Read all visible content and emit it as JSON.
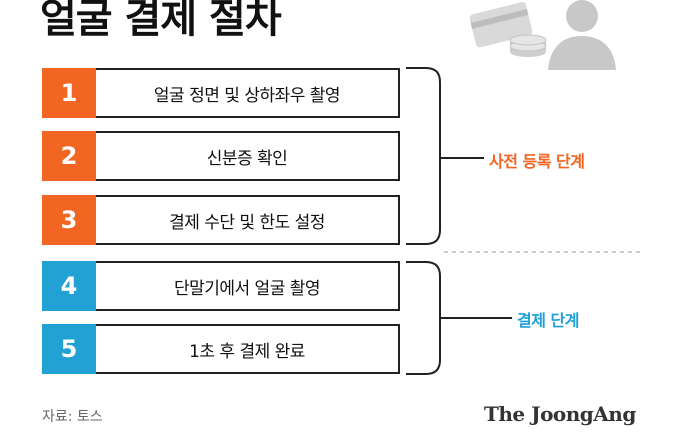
{
  "title": "얼굴 결제 절차",
  "steps": [
    {
      "number": "1",
      "label": "얼굴 정면 및 상하좌우 촬영",
      "color": "#f26522"
    },
    {
      "number": "2",
      "label": "신분증 확인",
      "color": "#f26522"
    },
    {
      "number": "3",
      "label": "결제 수단 및 한도 설정",
      "color": "#f26522"
    },
    {
      "number": "4",
      "label": "단말기에서 얼굴 촬영",
      "color": "#21a1d4"
    },
    {
      "number": "5",
      "label": "1초 후 결제 완료",
      "color": "#21a1d4"
    }
  ],
  "stages": {
    "registration": "사전 등록 단계",
    "payment": "결제 단계"
  },
  "source": "자료: 토스",
  "brand": "The JoongAng",
  "icons": [
    "credit-card-icon",
    "coin-stack-icon",
    "person-silhouette-icon"
  ]
}
